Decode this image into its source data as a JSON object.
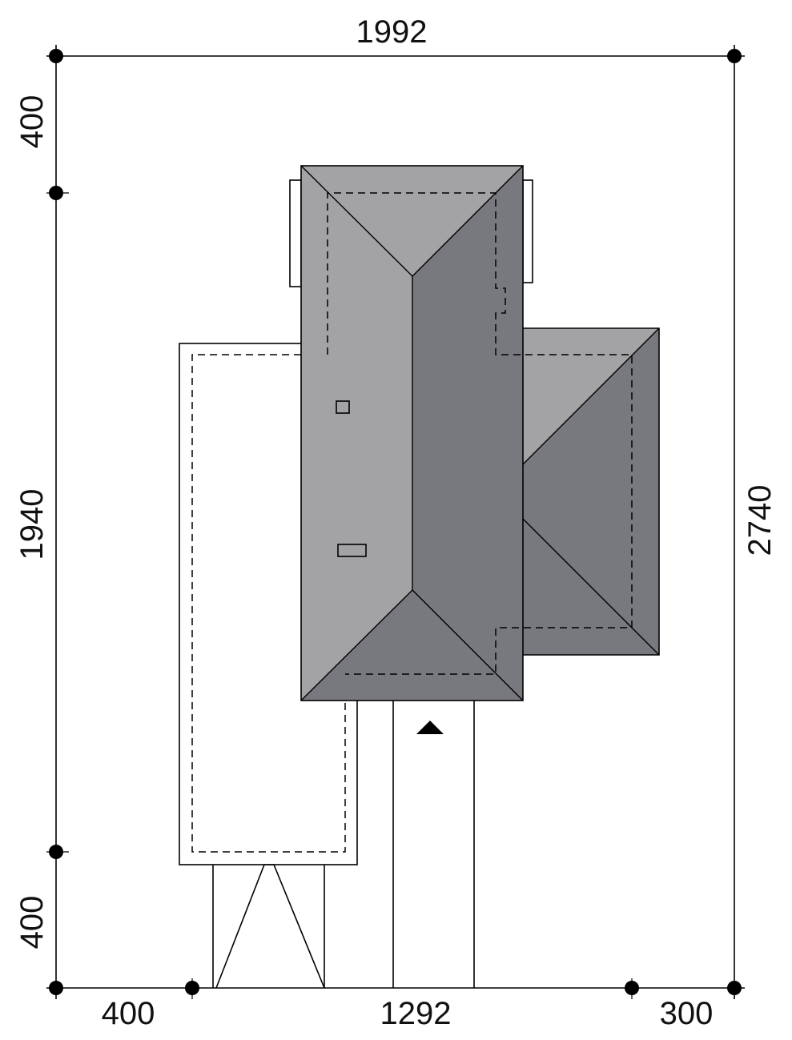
{
  "dimensions": {
    "top_total": "1992",
    "left_top": "400",
    "left_middle": "1940",
    "left_bottom": "400",
    "right_total": "2740",
    "bottom_left": "400",
    "bottom_middle": "1292",
    "bottom_right": "300"
  },
  "colors": {
    "roof_light": "#a3a3a5",
    "roof_dark": "#78797e",
    "line": "#000000",
    "background": "#ffffff"
  },
  "icons": {
    "entrance_marker": "triangle-up-icon",
    "dimension_node": "filled-circle-icon"
  }
}
